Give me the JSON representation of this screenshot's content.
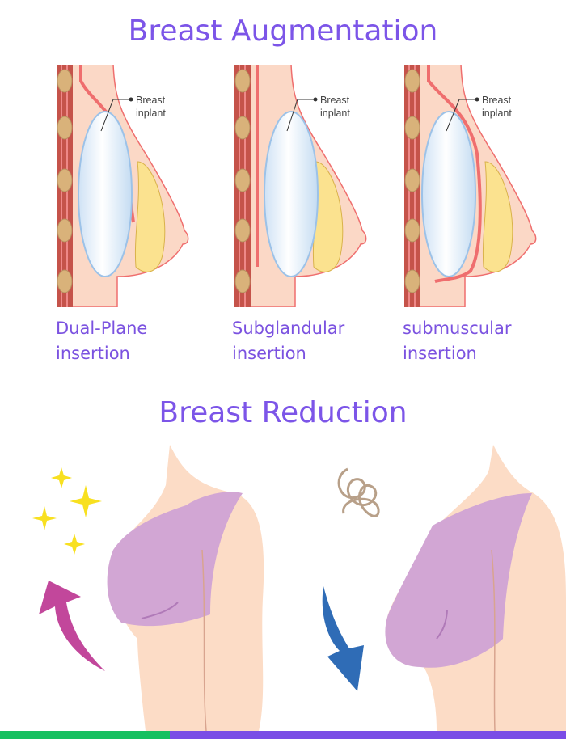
{
  "augmentation": {
    "title": "Breast Augmentation",
    "callout_line1": "Breast",
    "callout_line2": "inplant",
    "methods": [
      {
        "line1": "Dual-Plane",
        "line2": "insertion"
      },
      {
        "line1": "Subglandular",
        "line2": "insertion"
      },
      {
        "line1": "submuscular",
        "line2": "insertion"
      }
    ]
  },
  "reduction": {
    "title": "Breast Reduction"
  },
  "colors": {
    "title": "#7c55e8",
    "skin": "#fbd8c6",
    "bra": "#d2a6d4",
    "arrow_up": "#c2479b",
    "arrow_down": "#2f6cb6",
    "bar_green": "#16c060",
    "bar_purple": "#7a4ce6"
  }
}
